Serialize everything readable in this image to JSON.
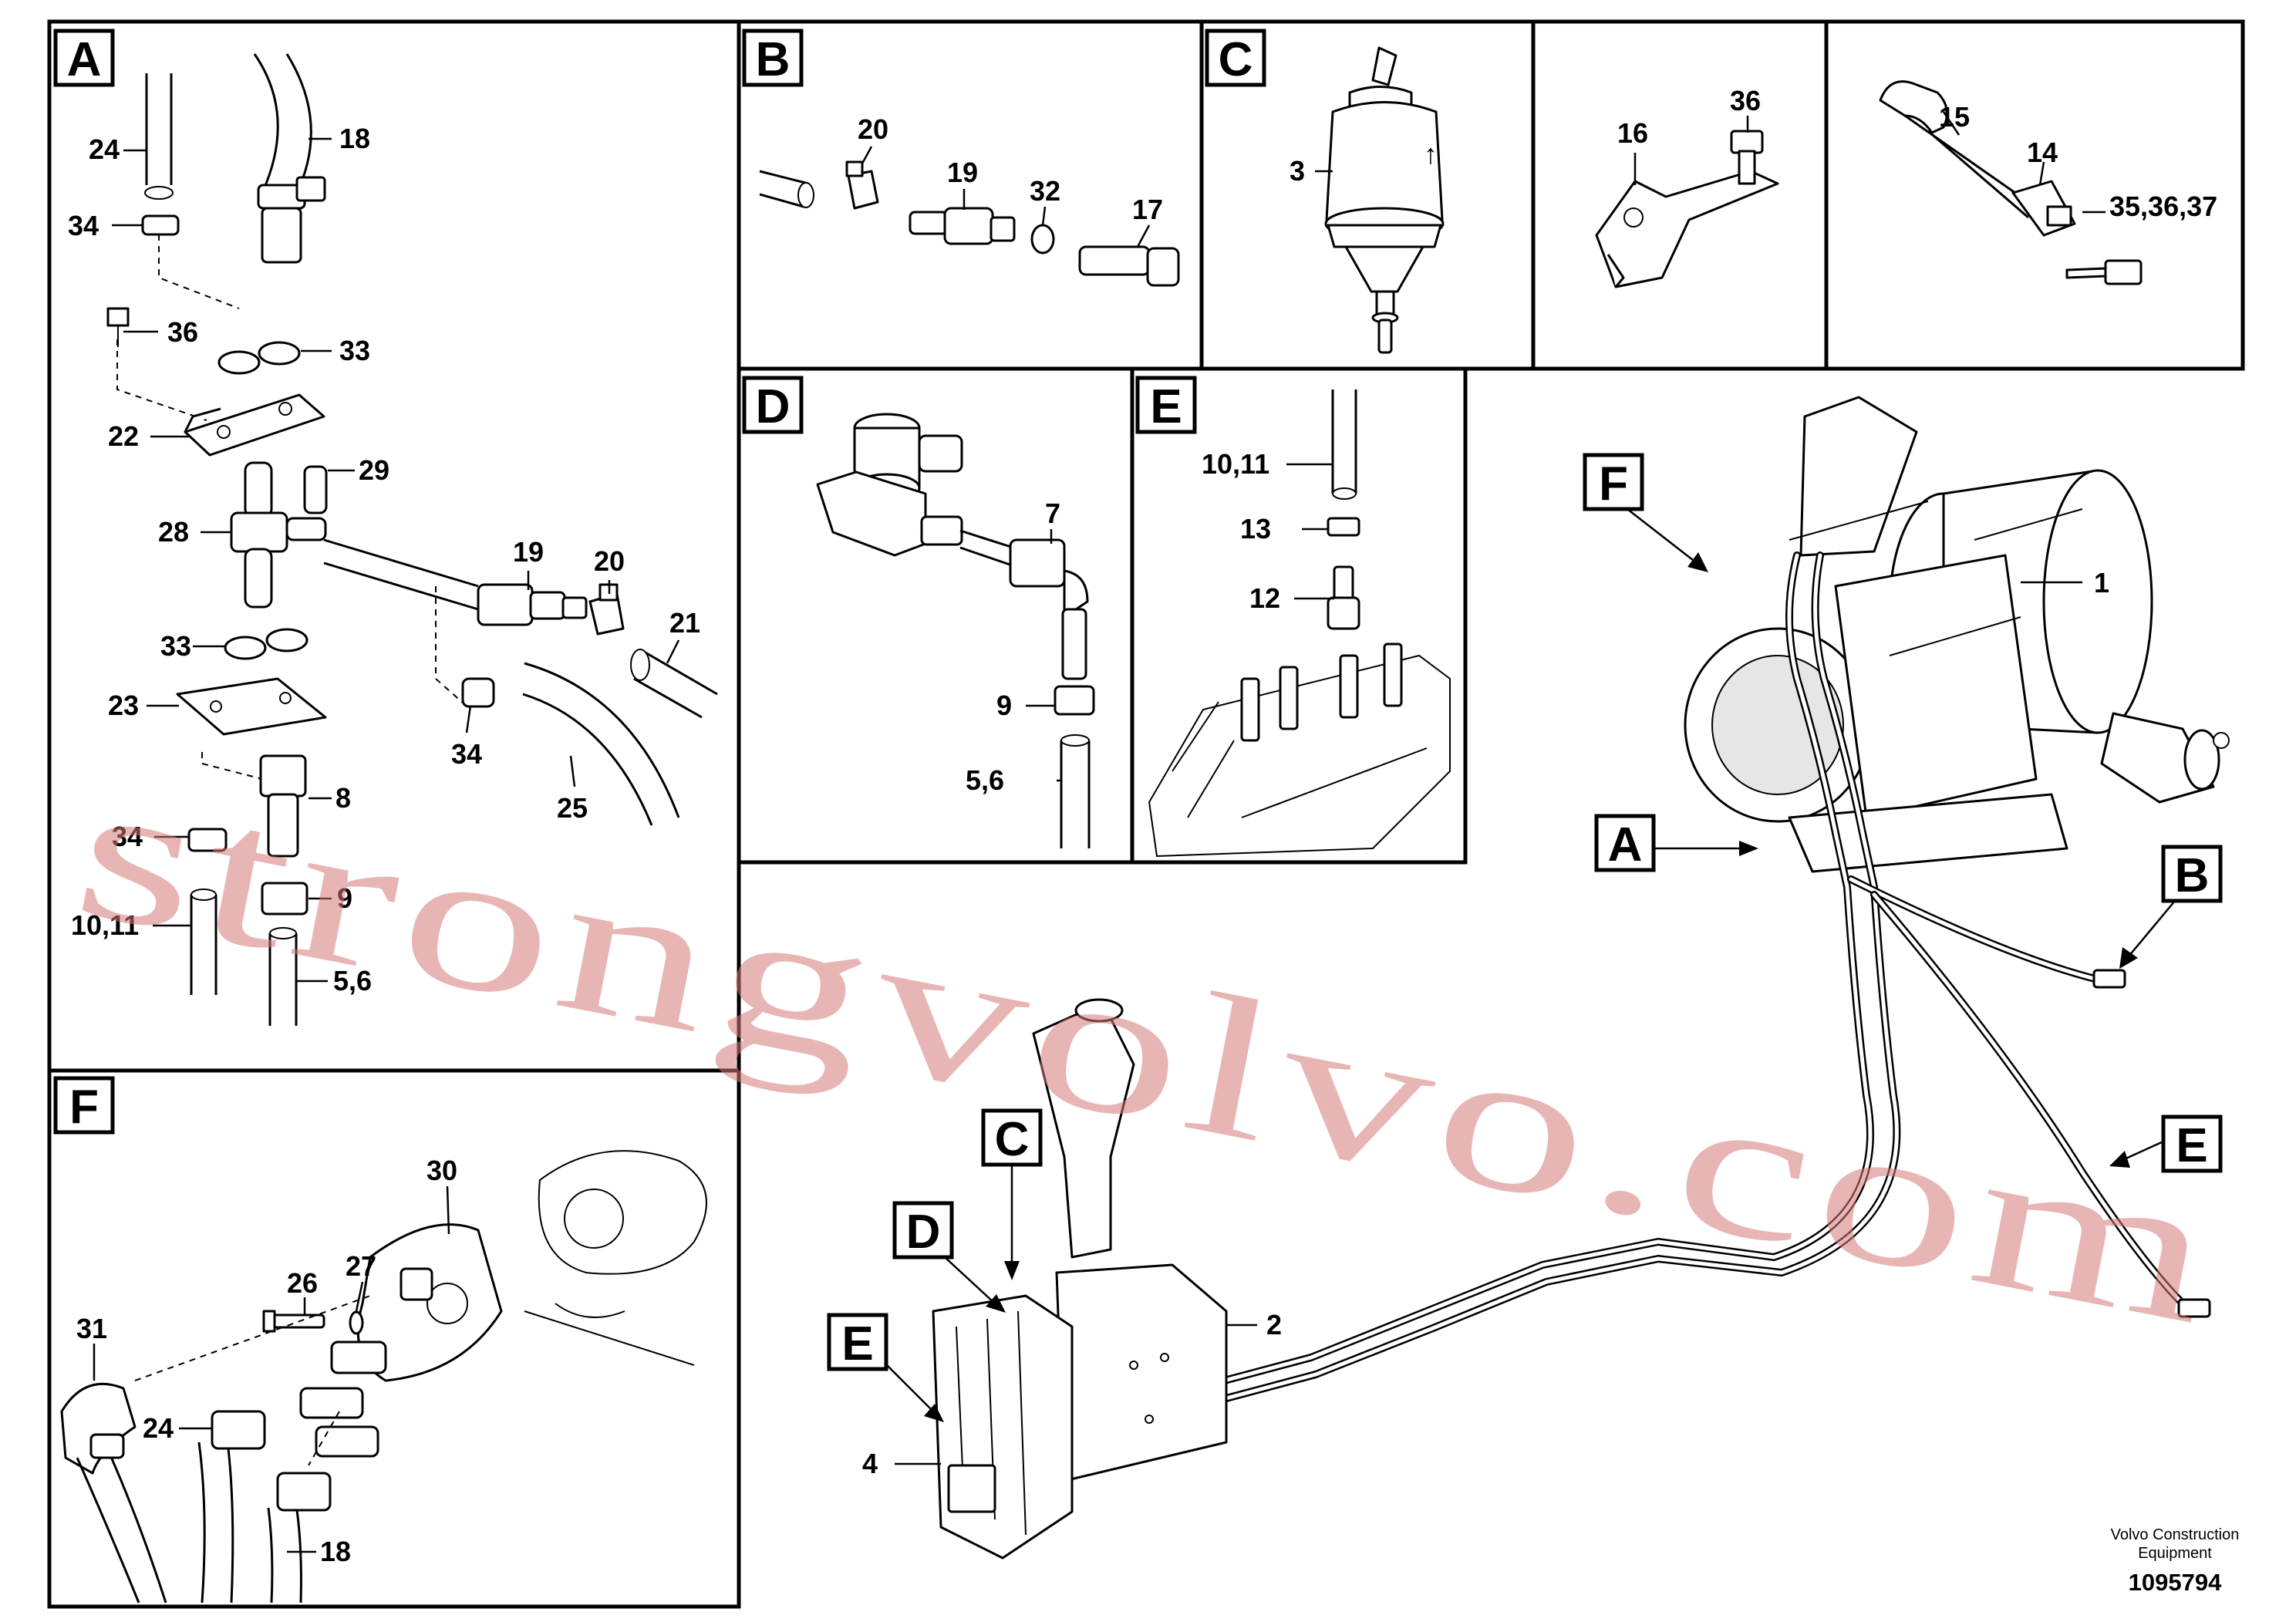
{
  "panels": [
    {
      "id": "A",
      "label": "A"
    },
    {
      "id": "B",
      "label": "B"
    },
    {
      "id": "C",
      "label": "C"
    },
    {
      "id": "C2",
      "label": ""
    },
    {
      "id": "C3",
      "label": ""
    },
    {
      "id": "D",
      "label": "D"
    },
    {
      "id": "E",
      "label": "E"
    },
    {
      "id": "F",
      "label": "F"
    }
  ],
  "overview_badges": {
    "F": "F",
    "A": "A",
    "B": "B",
    "E_right": "E",
    "C": "C",
    "D": "D",
    "E": "E"
  },
  "callouts": {
    "A": [
      "24",
      "18",
      "34",
      "36",
      "33",
      "22",
      "29",
      "28",
      "19",
      "20",
      "21",
      "33",
      "23",
      "34",
      "25",
      "8",
      "34",
      "9",
      "10,11",
      "5,6"
    ],
    "B": [
      "20",
      "19",
      "32",
      "17"
    ],
    "C": [
      "3"
    ],
    "C2": [
      "16",
      "36"
    ],
    "C3": [
      "15",
      "14",
      "35,36,37"
    ],
    "D": [
      "7",
      "9",
      "5,6"
    ],
    "E": [
      "10,11",
      "13",
      "12"
    ],
    "F": [
      "30",
      "26",
      "27",
      "31",
      "24",
      "18"
    ],
    "overview": [
      "1",
      "2",
      "4"
    ]
  },
  "footer": {
    "brand_line1": "Volvo Construction",
    "brand_line2": "Equipment",
    "drawing_number": "1095794"
  },
  "watermark": "strongvolvo.com"
}
